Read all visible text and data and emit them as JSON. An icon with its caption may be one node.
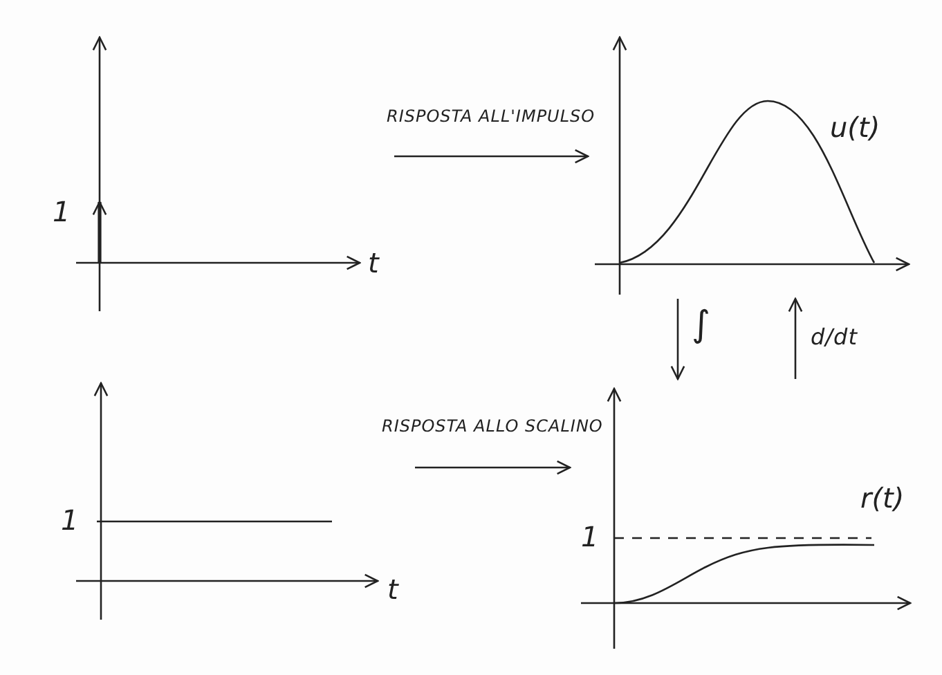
{
  "diagram": {
    "nodes": [
      {
        "text": [
          "1",
          "t"
        ]
      },
      {
        "text": [
          "u(t)"
        ]
      },
      {
        "text": [
          "1",
          "t"
        ]
      },
      {
        "text": [
          "1",
          "r(t)"
        ]
      }
    ],
    "edges": [
      {
        "from": 0,
        "to": 1,
        "arrow": "to",
        "label": "RISPOSTA ALL'IMPULSO"
      },
      {
        "from": 2,
        "to": 3,
        "arrow": "to",
        "label": "RISPOSTA ALLO SCALINO"
      },
      {
        "from": 1,
        "to": 3,
        "arrow": "to",
        "label": "∫"
      },
      {
        "from": 3,
        "to": 1,
        "arrow": "to",
        "label": "d/dt"
      }
    ]
  }
}
